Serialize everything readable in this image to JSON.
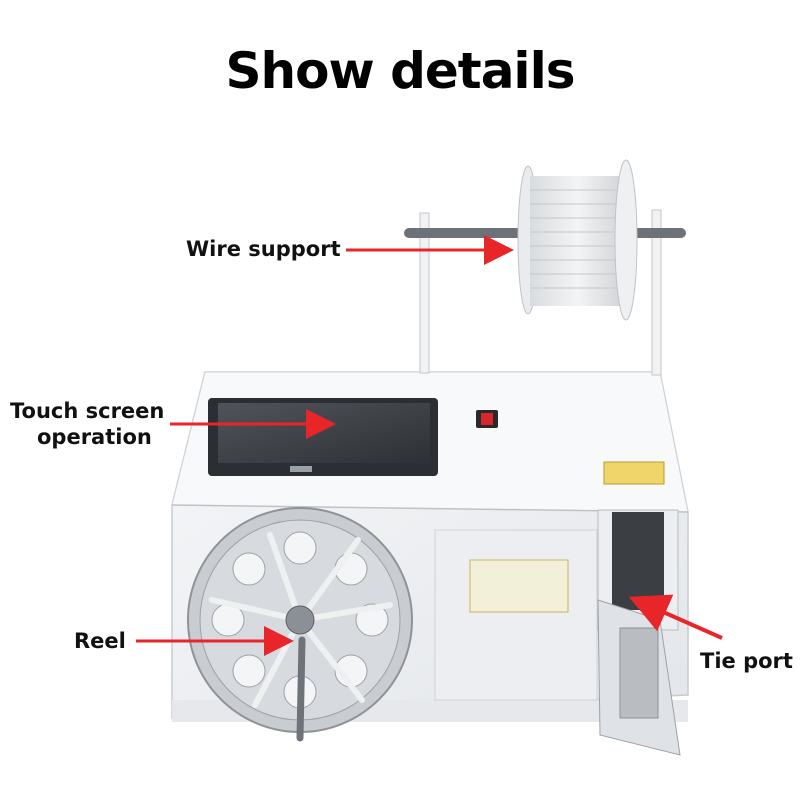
{
  "title": "Show details",
  "labels": {
    "wire_support": "Wire support",
    "touch_screen_line1": "Touch screen",
    "touch_screen_line2": "operation",
    "reel": "Reel",
    "tie_port": "Tie port"
  },
  "colors": {
    "arrow": "#e8262a",
    "machine_body": "#f2f4f6",
    "screen": "#3a3d42"
  }
}
